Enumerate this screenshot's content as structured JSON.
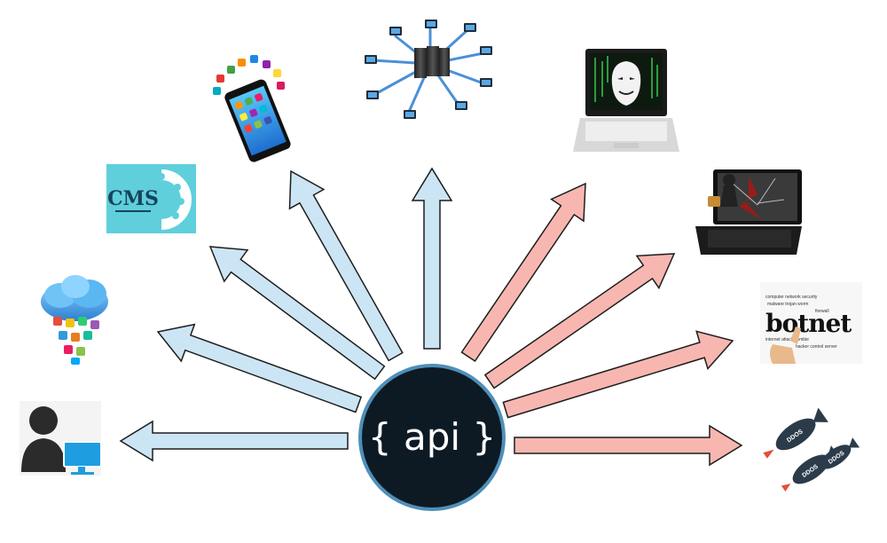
{
  "hub": {
    "label": "{ api }"
  },
  "colors": {
    "legit_fill": "#cce5f4",
    "legit_stroke": "#1d1d1d",
    "malicious_fill": "#f7b7b0",
    "malicious_stroke": "#1d1d1d",
    "hub_fill": "#0d1a24",
    "hub_ring": "#4f8fb8"
  },
  "legit_clients": [
    {
      "icon": "user-computer-icon"
    },
    {
      "icon": "cloud-apps-icon"
    },
    {
      "icon": "cms-icon",
      "label": "CMS"
    },
    {
      "icon": "smartphone-apps-icon"
    },
    {
      "icon": "server-network-icon"
    }
  ],
  "malicious_clients": [
    {
      "icon": "hacker-laptop-icon"
    },
    {
      "icon": "intruder-laptop-icon"
    },
    {
      "icon": "botnet-word-cloud-icon",
      "label": "botnet"
    },
    {
      "icon": "ddos-bombs-icon",
      "label": "DDOS"
    }
  ]
}
